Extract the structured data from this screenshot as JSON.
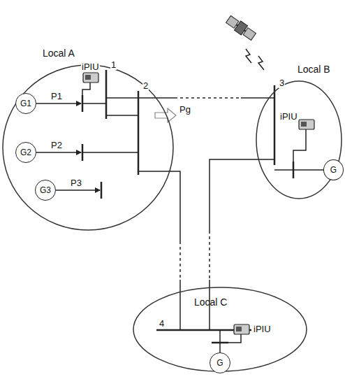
{
  "diagram": {
    "nodes": [
      {
        "text": [
          "Local A"
        ]
      },
      {
        "text": [
          "G1"
        ],
        "in": 0
      },
      {
        "text": [
          "G2"
        ],
        "in": 0
      },
      {
        "text": [
          "G3"
        ],
        "in": 0
      },
      {
        "text": [
          "Local B"
        ]
      },
      {
        "text": [
          "G"
        ],
        "in": 4
      },
      {
        "text": [
          "Local C"
        ]
      },
      {
        "text": [
          "G"
        ],
        "in": 6
      }
    ],
    "labels": [
      "iPIU",
      "1",
      "2",
      "P1",
      "P2",
      "P3",
      "Pg",
      "3",
      "iPIU",
      "4",
      "iPIU"
    ]
  }
}
